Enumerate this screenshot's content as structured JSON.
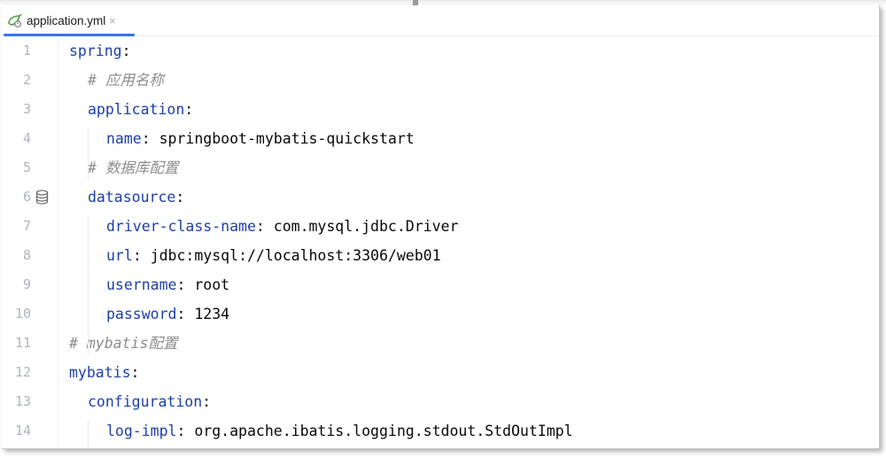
{
  "tab": {
    "icon": "spring-yaml-icon",
    "label": "application.yml",
    "close_glyph": "×"
  },
  "colors": {
    "key": "#1c3fa8",
    "value": "#080808",
    "comment": "#8c8c8c",
    "line_number": "#aeb3c2",
    "tab_underline": "#3574f0"
  },
  "lines": [
    {
      "n": "1",
      "indent": 0,
      "type": "key",
      "key": "spring",
      "sep": ":",
      "value": ""
    },
    {
      "n": "2",
      "indent": 1,
      "type": "comment",
      "text": "# 应用名称"
    },
    {
      "n": "3",
      "indent": 1,
      "type": "key",
      "key": "application",
      "sep": ":",
      "value": ""
    },
    {
      "n": "4",
      "indent": 2,
      "type": "key",
      "key": "name",
      "sep": ": ",
      "value": "springboot-mybatis-quickstart"
    },
    {
      "n": "5",
      "indent": 1,
      "type": "comment",
      "text": "# 数据库配置"
    },
    {
      "n": "6",
      "indent": 1,
      "type": "key",
      "key": "datasource",
      "sep": ":",
      "value": "",
      "gutter_icon": "database-icon"
    },
    {
      "n": "7",
      "indent": 2,
      "type": "key",
      "key": "driver-class-name",
      "sep": ": ",
      "value": "com.mysql.jdbc.Driver"
    },
    {
      "n": "8",
      "indent": 2,
      "type": "key",
      "key": "url",
      "sep": ": ",
      "value": "jdbc:mysql://localhost:3306/web01"
    },
    {
      "n": "9",
      "indent": 2,
      "type": "key",
      "key": "username",
      "sep": ": ",
      "value": "root"
    },
    {
      "n": "10",
      "indent": 2,
      "type": "key",
      "key": "password",
      "sep": ": ",
      "value": "1234"
    },
    {
      "n": "11",
      "indent": 0,
      "type": "comment",
      "text": "# mybatis配置"
    },
    {
      "n": "12",
      "indent": 0,
      "type": "key",
      "key": "mybatis",
      "sep": ":",
      "value": ""
    },
    {
      "n": "13",
      "indent": 1,
      "type": "key",
      "key": "configuration",
      "sep": ":",
      "value": ""
    },
    {
      "n": "14",
      "indent": 2,
      "type": "key",
      "key": "log-impl",
      "sep": ": ",
      "value": "org.apache.ibatis.logging.stdout.StdOutImpl"
    }
  ]
}
